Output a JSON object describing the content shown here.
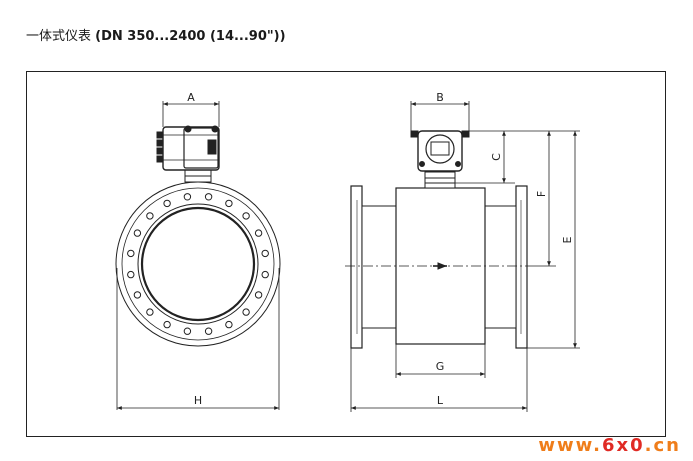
{
  "header": {
    "title_cn": "一体式仪表",
    "title_spec": "(DN 350...2400 (14...90\"))"
  },
  "dimensions": {
    "A": "A",
    "B": "B",
    "C": "C",
    "E": "E",
    "F": "F",
    "G": "G",
    "H": "H",
    "L": "L"
  },
  "watermark": {
    "prefix": "www.",
    "digits": "6x0",
    "suffix": ".cn"
  }
}
